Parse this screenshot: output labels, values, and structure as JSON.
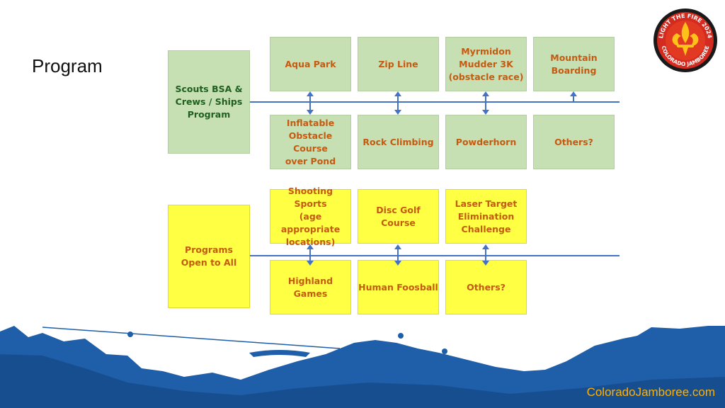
{
  "title": "Program",
  "scouts_section": {
    "main_label": "Scouts BSA &\nCrews / Ships\nProgram",
    "top_row": [
      "Aqua Park",
      "Zip Line",
      "Myrmidon\nMudder 3K\n(obstacle race)",
      "Mountain\nBoarding"
    ],
    "bottom_row": [
      "Inflatable\nObstacle Course\nover Pond",
      "Rock Climbing",
      "Powderhorn",
      "Others?"
    ]
  },
  "open_section": {
    "main_label": "Programs\nOpen to All",
    "top_row": [
      "Shooting Sports\n(age appropriate\nlocations)",
      "Disc Golf Course",
      "Laser Target\nElimination\nChallenge"
    ],
    "bottom_row": [
      "Highland Games",
      "Human Foosball",
      "Others?"
    ]
  },
  "logo": {
    "icon": "fleur-de-lis-flame-icon",
    "ring_text_top": "LIGHT THE FIRE 2024",
    "ring_text_bottom": "COLORADO JAMBOREE"
  },
  "footer": {
    "link": "ColoradoJamboree.com"
  },
  "colors": {
    "green_box": "#c6e0b4",
    "yellow_box": "#ffff43",
    "box_text": "#c55a11",
    "scouts_main_text": "#1f5f1f",
    "connector": "#4472c4",
    "mountains": "#1f5ea8",
    "footer_text": "#ffb100"
  }
}
